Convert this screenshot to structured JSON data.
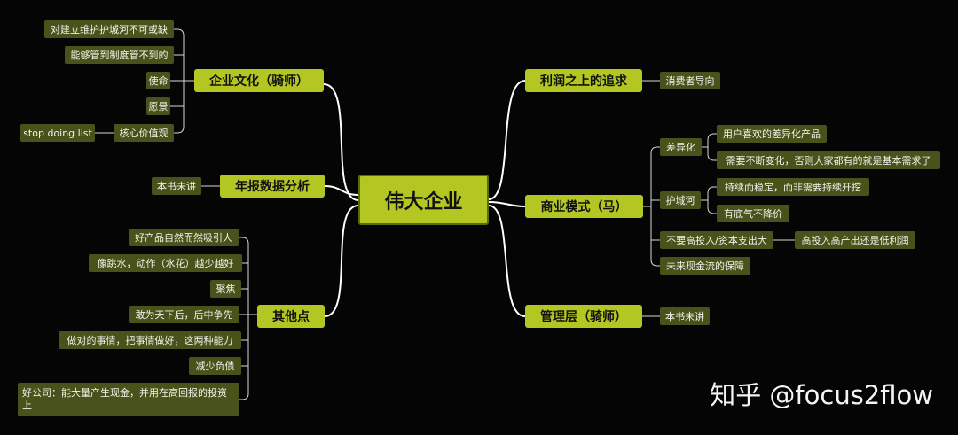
{
  "root": "伟大企业",
  "branches": {
    "culture": {
      "label": "企业文化（骑师）",
      "items": [
        "对建立维护护城河不可或缺",
        "能够管到制度管不到的",
        "使命",
        "愿景",
        "核心价值观"
      ],
      "sub": "stop doing list"
    },
    "report": {
      "label": "年报数据分析",
      "note": "本书未讲"
    },
    "others": {
      "label": "其他点",
      "items": [
        "好产品自然而然吸引人",
        "像跳水，动作（水花）越少越好",
        "聚焦",
        "敢为天下后，后中争先",
        "做对的事情，把事情做好，这两种能力",
        "减少负债",
        "好公司：能大量产生现金，并用在高回报的投资上"
      ]
    },
    "profit": {
      "label": "利润之上的追求",
      "note": "消费者导向"
    },
    "business": {
      "label": "商业模式（马）",
      "diff": {
        "label": "差异化",
        "items": [
          "用户喜欢的差异化产品",
          "需要不断变化，否则大家都有的就是基本需求了"
        ]
      },
      "moat": {
        "label": "护城河",
        "items": [
          "持续而稳定，而非需要持续开挖",
          "有底气不降价"
        ]
      },
      "capex": {
        "label": "不要高投入/资本支出大",
        "note": "高投入高产出还是低利润"
      },
      "cash": "未来现金流的保障"
    },
    "management": {
      "label": "管理层（骑师）",
      "note": "本书未讲"
    }
  },
  "watermark": "知乎 @focus2flow"
}
